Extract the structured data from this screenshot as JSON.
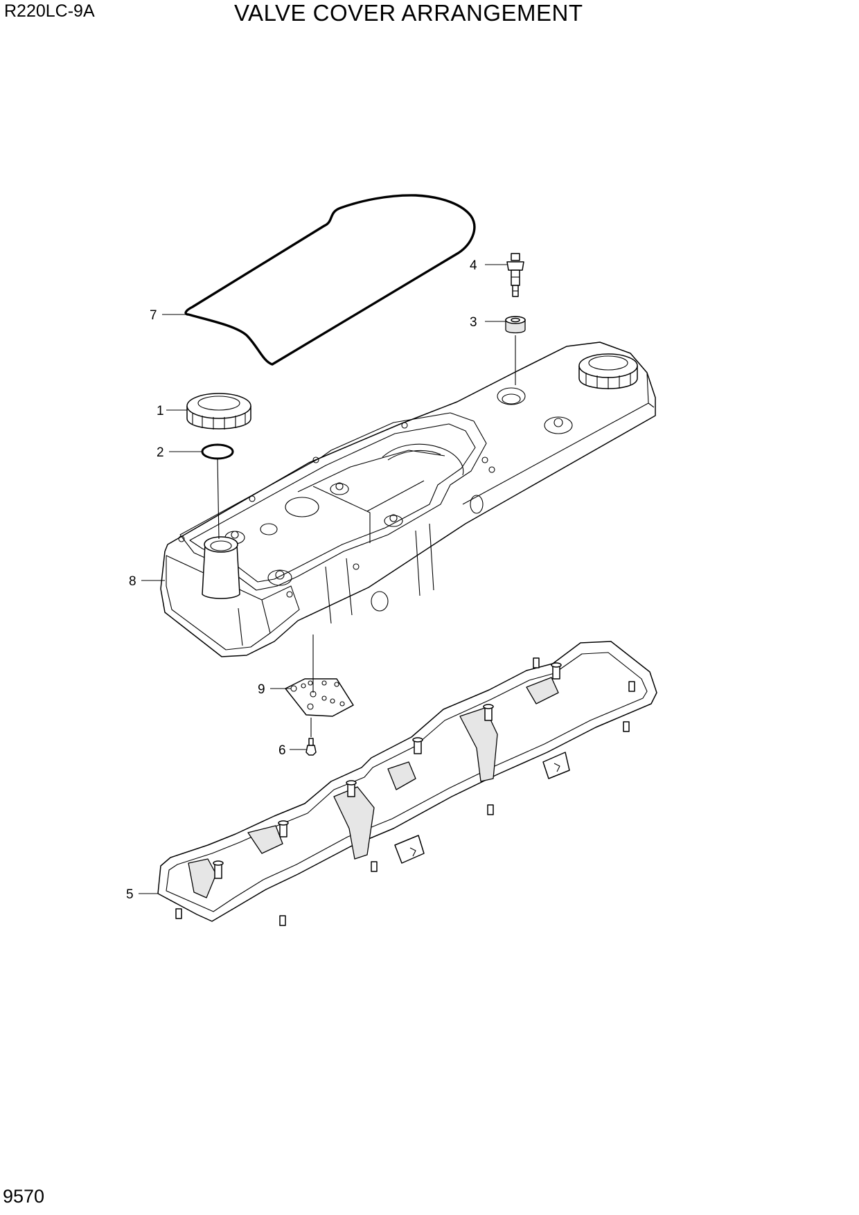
{
  "header": {
    "model": "R220LC-9A",
    "title": "VALVE COVER ARRANGEMENT"
  },
  "footer": {
    "page_number": "9570"
  },
  "callouts": [
    {
      "id": "1",
      "label": "1",
      "part": "oil-filler-cap"
    },
    {
      "id": "2",
      "label": "2",
      "part": "o-ring"
    },
    {
      "id": "3",
      "label": "3",
      "part": "grommet"
    },
    {
      "id": "4",
      "label": "4",
      "part": "bolt"
    },
    {
      "id": "5",
      "label": "5",
      "part": "valve-cover-gasket-carrier"
    },
    {
      "id": "6",
      "label": "6",
      "part": "screw"
    },
    {
      "id": "7",
      "label": "7",
      "part": "gasket"
    },
    {
      "id": "8",
      "label": "8",
      "part": "valve-cover"
    },
    {
      "id": "9",
      "label": "9",
      "part": "plate"
    }
  ]
}
